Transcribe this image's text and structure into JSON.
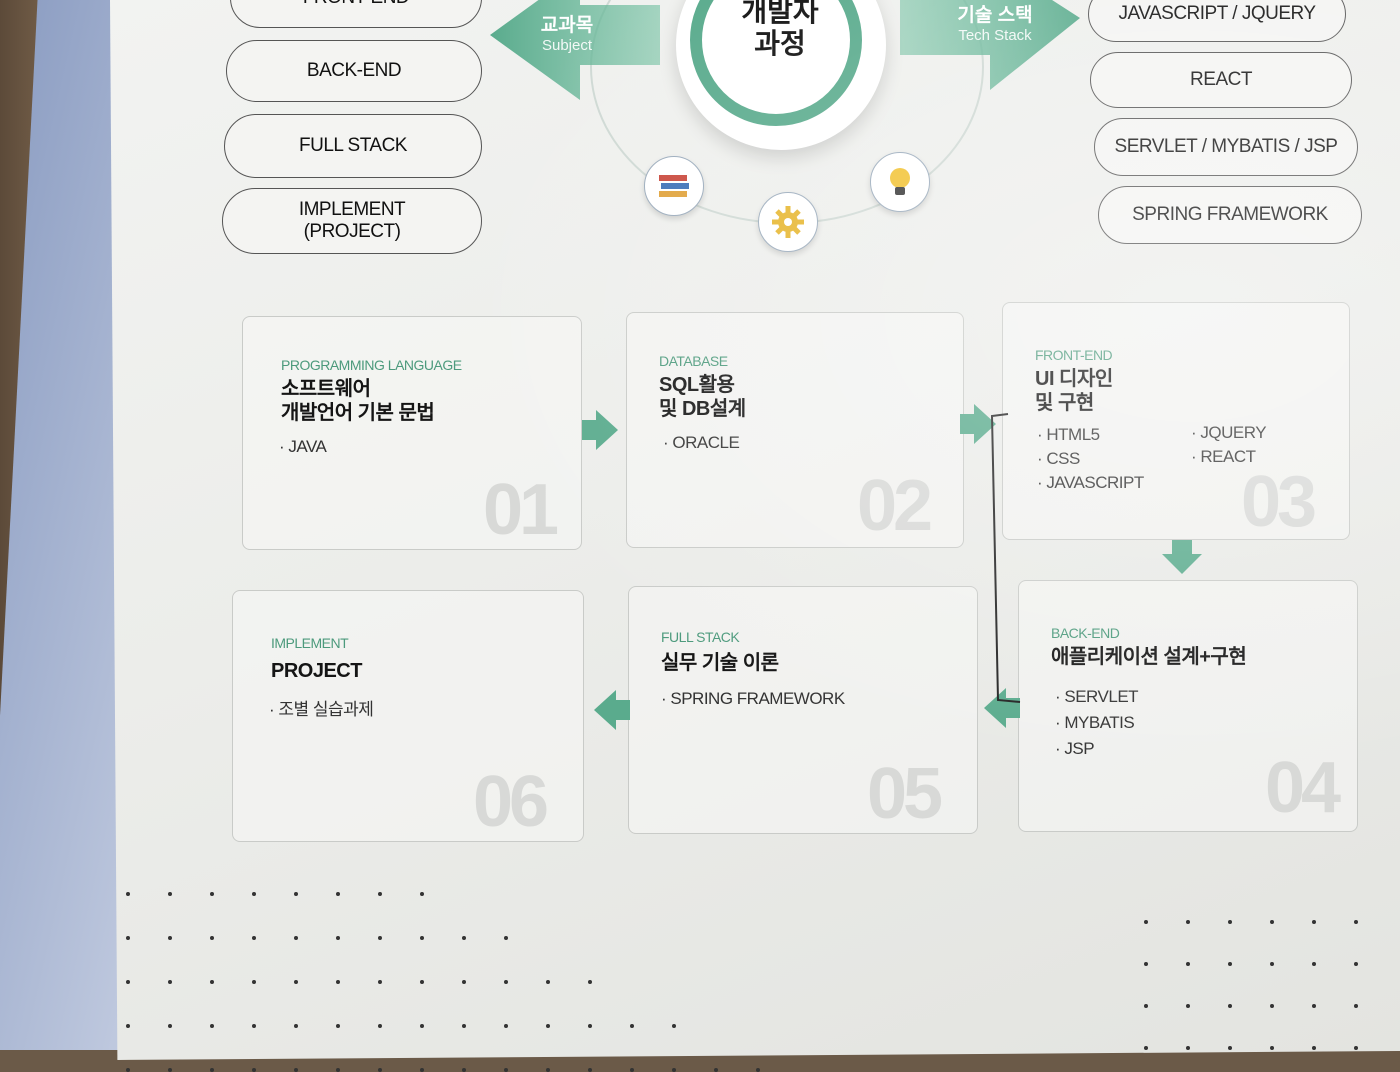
{
  "subject_pills": {
    "p0": "FRONT-END",
    "p1": "BACK-END",
    "p2": "FULL STACK",
    "p3": "IMPLEMENT\n(PROJECT)"
  },
  "tech_pills": {
    "t0": "JAVASCRIPT / JQUERY",
    "t1": "REACT",
    "t2": "SERVLET / MYBATIS / JSP",
    "t3": "SPRING FRAMEWORK"
  },
  "center": {
    "title": "개발자\n과정",
    "left_ko": "교과목",
    "left_en": "Subject",
    "right_ko": "기술 스택",
    "right_en": "Tech Stack"
  },
  "icons": [
    "books-icon",
    "gear-icon",
    "lightbulb-icon"
  ],
  "colors": {
    "accent": "#5aab8d",
    "accent_dark": "#3f8f73"
  },
  "cards": {
    "c1": {
      "category": "PROGRAMMING LANGUAGE",
      "title": "소프트웨어\n개발언어 기본 문법",
      "items": [
        "· JAVA"
      ],
      "number": "01"
    },
    "c2": {
      "category": "DATABASE",
      "title": "SQL활용\n및 DB설계",
      "items": [
        "· ORACLE"
      ],
      "number": "02"
    },
    "c3": {
      "category": "FRONT-END",
      "title": "UI 디자인\n및 구현",
      "items": [
        "· HTML5",
        "· CSS",
        "· JAVASCRIPT",
        "· JQUERY",
        "· REACT"
      ],
      "number": "03"
    },
    "c4": {
      "category": "BACK-END",
      "title": "애플리케이션 설계+구현",
      "items": [
        "· SERVLET",
        "· MYBATIS",
        "· JSP"
      ],
      "number": "04"
    },
    "c5": {
      "category": "FULL STACK",
      "title": "실무 기술 이론",
      "items": [
        "· SPRING FRAMEWORK"
      ],
      "number": "05"
    },
    "c6": {
      "category": "IMPLEMENT",
      "title": "PROJECT",
      "items": [
        "· 조별 실습과제"
      ],
      "number": "06"
    }
  }
}
